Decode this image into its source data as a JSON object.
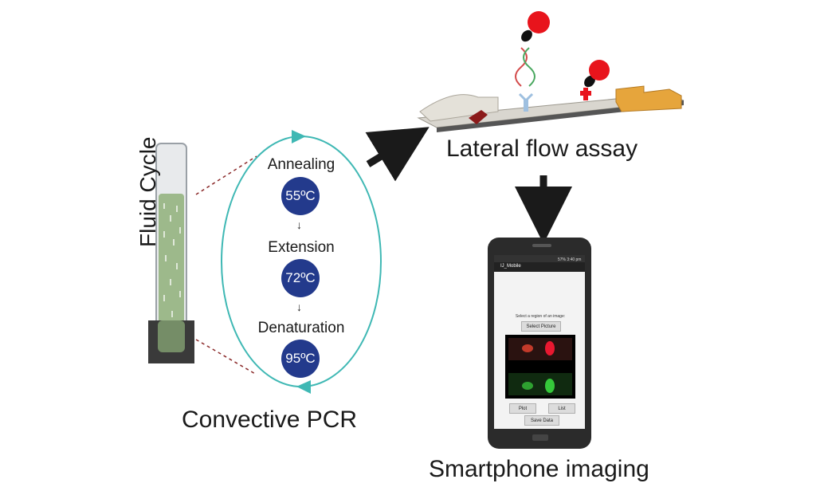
{
  "labels": {
    "lateral_flow": "Lateral flow assay",
    "convective_pcr": "Convective PCR",
    "smartphone": "Smartphone imaging",
    "fluid_cycle": "Fluid Cycle"
  },
  "pcr_steps": [
    {
      "name": "Annealing",
      "temp": "55ºC"
    },
    {
      "name": "Extension",
      "temp": "72ºC"
    },
    {
      "name": "Denaturation",
      "temp": "95ºC"
    }
  ],
  "phone": {
    "app_title": "IJ_Mobile",
    "status": "57% 3:40 pm",
    "prompt": "Select a region of an image:",
    "select_label": "Select Picture",
    "plot_label": "Plot",
    "list_label": "List",
    "save_label": "Save Data"
  },
  "colors": {
    "cycle": "#3fb8b4",
    "temp_circle": "#233a8c",
    "probe_red": "#e8141c",
    "strip_grey": "#d9d6cf",
    "pad_orange": "#e6a53c",
    "tube_liquid": "#8fb07a"
  }
}
